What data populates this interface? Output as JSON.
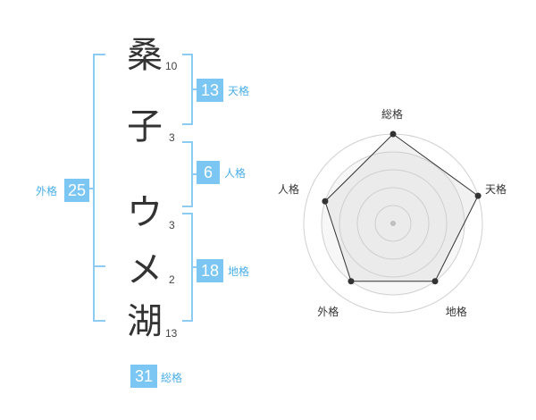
{
  "name_chars": [
    {
      "char": "桑",
      "strokes": "10"
    },
    {
      "char": "子",
      "strokes": "3"
    },
    {
      "char": "ウ",
      "strokes": "3"
    },
    {
      "char": "メ",
      "strokes": "2"
    },
    {
      "char": "湖",
      "strokes": "13"
    }
  ],
  "kaku": {
    "tenkaku": {
      "value": "13",
      "label": "天格"
    },
    "jinkaku": {
      "value": "6",
      "label": "人格"
    },
    "chikaku": {
      "value": "18",
      "label": "地格"
    },
    "gaikaku": {
      "value": "25",
      "label": "外格"
    },
    "soukaku": {
      "value": "31",
      "label": "総格"
    }
  },
  "radar": {
    "labels": [
      "総格",
      "天格",
      "地格",
      "外格",
      "人格"
    ],
    "levels": [
      5,
      5,
      4,
      4,
      4
    ],
    "max": 5
  }
}
